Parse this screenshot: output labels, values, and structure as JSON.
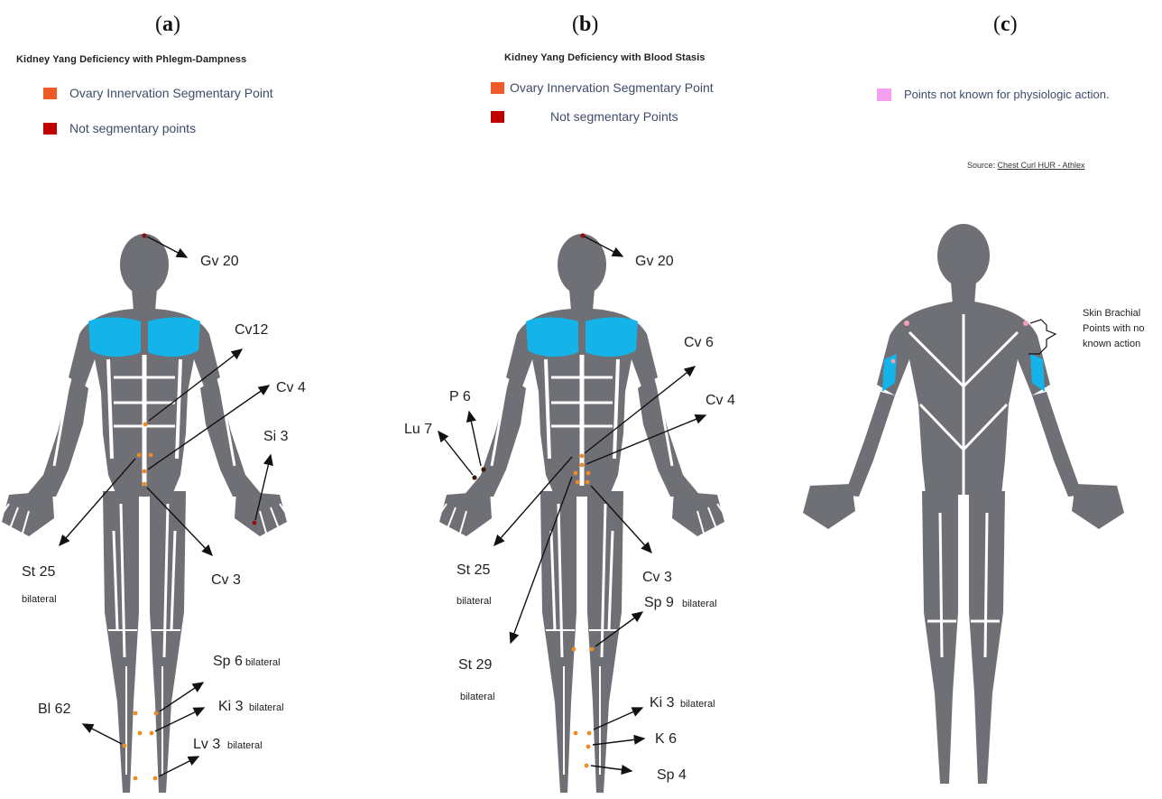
{
  "panels": [
    {
      "letter": "a",
      "title": "Kidney Yang Deficiency with Phlegm-Dampness",
      "legend": [
        {
          "label": "Ovary Innervation Segmentary Point",
          "color": "#f05a28"
        },
        {
          "label": "Not segmentary points",
          "color": "#c00000"
        }
      ],
      "labels": {
        "gv20": "Gv 20",
        "cv12": "Cv12",
        "cv4": "Cv 4",
        "si3": "Si 3",
        "st25": "St 25",
        "st25_note": "bilateral",
        "cv3": "Cv 3",
        "sp6": "Sp 6",
        "sp6_note": "bilateral",
        "ki3": "Ki 3",
        "ki3_note": "bilateral",
        "bl62": "Bl 62",
        "lv3": "Lv 3",
        "lv3_note": "bilateral"
      }
    },
    {
      "letter": "b",
      "title": "Kidney Yang Deficiency with Blood Stasis",
      "legend": [
        {
          "label": "Ovary Innervation Segmentary Point",
          "color": "#f05a28"
        },
        {
          "label": "Not segmentary Points",
          "color": "#c00000"
        }
      ],
      "labels": {
        "gv20": "Gv 20",
        "cv6": "Cv 6",
        "cv4": "Cv 4",
        "p6": "P 6",
        "lu7": "Lu 7",
        "st25": "St 25",
        "st25_note": "bilateral",
        "cv3": "Cv 3",
        "sp9": "Sp 9",
        "sp9_note": "bilateral",
        "st29": "St 29",
        "st29_note": "bilateral",
        "ki3": "Ki 3",
        "ki3_note": "bilateral",
        "k6": "K 6",
        "sp4": "Sp 4"
      }
    },
    {
      "letter": "c",
      "legend": [
        {
          "label": "Points not known for physiologic action.",
          "color": "#f5a0ee"
        }
      ],
      "source_prefix": "Source: ",
      "source_link": "Chest Curl HUR - Athlex",
      "labels": {
        "skin_line1": "Skin Brachial",
        "skin_line2": "Points with no",
        "skin_line3": "known action"
      }
    }
  ],
  "colors": {
    "segmentary_point": "#f08a24",
    "non_segmentary_point": "#8b1010",
    "body": "#6e7075",
    "highlight": "#14b4ea"
  }
}
